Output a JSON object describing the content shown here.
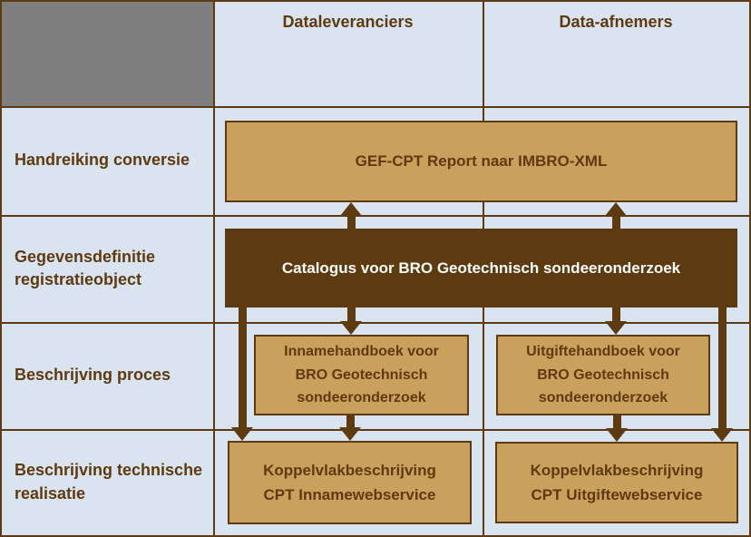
{
  "colors": {
    "background": "#d9e4f0",
    "grid_line": "#5e3a10",
    "gray_cell": "#7f7f7f",
    "tan_fill": "#c9a15c",
    "dark_brown_fill": "#5e3a10",
    "brown_text": "#5f3a10",
    "catalogus_text": "#ffffff"
  },
  "column_headers": [
    {
      "label": "Dataleveranciers"
    },
    {
      "label": "Data-afnemers"
    }
  ],
  "row_labels": [
    {
      "label": "Handreiking conversie"
    },
    {
      "label": "Gegevensdefinitie\nregistratieobject"
    },
    {
      "label": "Beschrijving proces"
    },
    {
      "label": "Beschrijving technische\nrealisatie"
    }
  ],
  "boxes": {
    "conversie": "GEF-CPT Report naar IMBRO-XML",
    "catalogus": "Catalogus voor BRO Geotechnisch sondeeronderzoek",
    "innamehandboek": "Innamehandboek voor\nBRO Geotechnisch\nsondeeronderzoek",
    "uitgiftehandboek": "Uitgiftehandboek voor\nBRO Geotechnisch\nsondeeronderzoek",
    "koppelvlak_inname": "Koppelvlakbeschrijving\nCPT Innamewebservice",
    "koppelvlak_uitgifte": "Koppelvlakbeschrijving\nCPT Uitgiftewebservice"
  }
}
